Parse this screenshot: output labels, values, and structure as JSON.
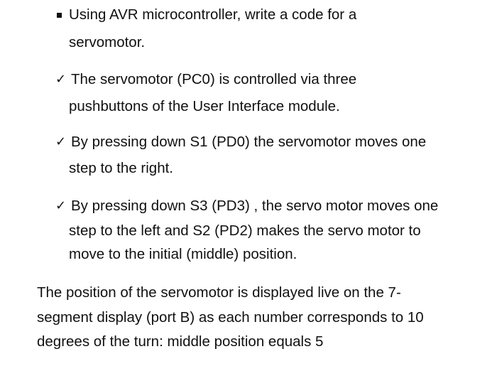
{
  "bullet_item": {
    "lines": [
      "Using AVR microcontroller, write a code for a",
      "servomotor."
    ]
  },
  "check_items": [
    {
      "lines": [
        "The servomotor (PC0) is controlled via three",
        "pushbuttons of the User Interface module."
      ]
    },
    {
      "lines": [
        "By pressing down S1 (PD0) the servomotor moves one",
        "step to the right."
      ]
    },
    {
      "lines": [
        "By pressing down S3 (PD3) , the servo motor moves one",
        "step to the left and S2 (PD2) makes the servo motor to",
        "move to the initial (middle) position."
      ]
    }
  ],
  "check_mark": "✓",
  "paragraph": {
    "lines": [
      "The position of the servomotor is displayed live on the 7-",
      "segment display (port B) as each number corresponds to 10",
      "degrees of the turn: middle position equals 5"
    ]
  }
}
